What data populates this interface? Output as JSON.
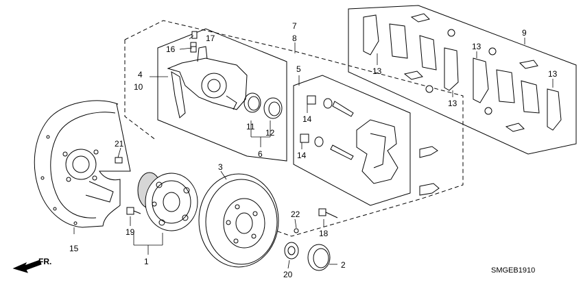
{
  "diagram_code": "SMGEB1910",
  "direction_label": "FR.",
  "callouts": {
    "c1": "1",
    "c2": "2",
    "c3": "3",
    "c4": "4",
    "c5": "5",
    "c6": "6",
    "c7": "7",
    "c8": "8",
    "c9": "9",
    "c10": "10",
    "c11": "11",
    "c12": "12",
    "c13a": "13",
    "c13b": "13",
    "c13c": "13",
    "c13d": "13",
    "c14a": "14",
    "c14b": "14",
    "c15": "15",
    "c16": "16",
    "c17": "17",
    "c18": "18",
    "c19": "19",
    "c20": "20",
    "c21": "21",
    "c22": "22"
  }
}
